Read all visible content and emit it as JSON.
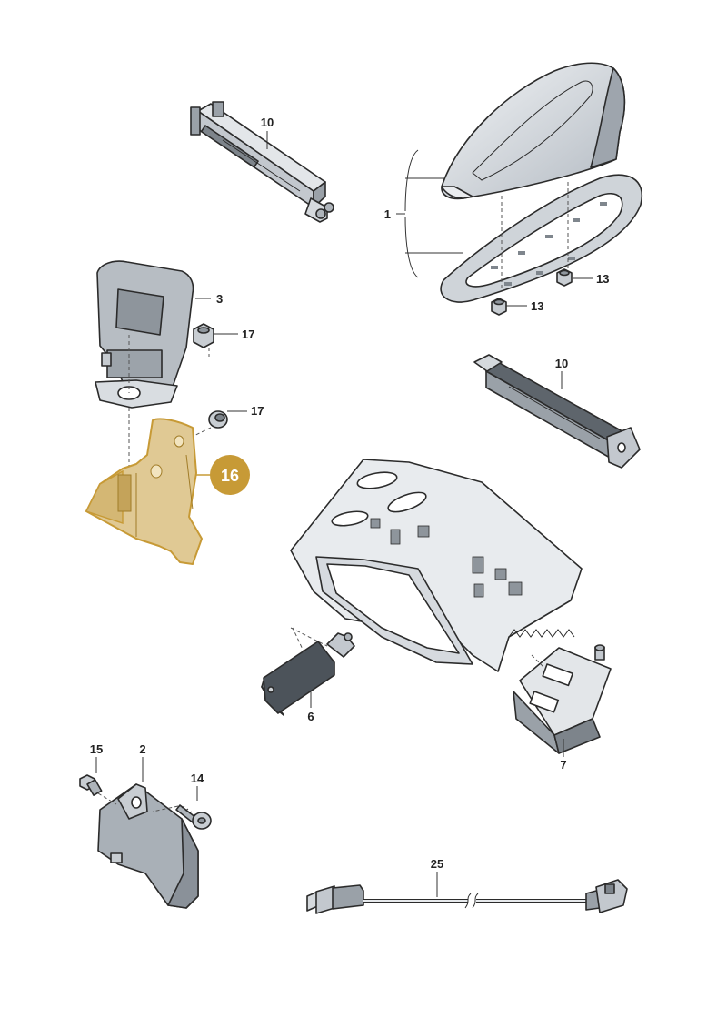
{
  "diagram": {
    "labels": {
      "p1": "1",
      "p2": "2",
      "p3": "3",
      "p6": "6",
      "p7": "7",
      "p10a": "10",
      "p10b": "10",
      "p13a": "13",
      "p13b": "13",
      "p14": "14",
      "p15": "15",
      "p17a": "17",
      "p17b": "17",
      "p25": "25",
      "p16": "16"
    },
    "highlight": {
      "part": "16",
      "color": "#c79a36",
      "fill": "#e0c994"
    },
    "colors": {
      "part_fill": "#b9bfc6",
      "part_light": "#e6e9ec",
      "part_dark": "#8a9199"
    }
  }
}
